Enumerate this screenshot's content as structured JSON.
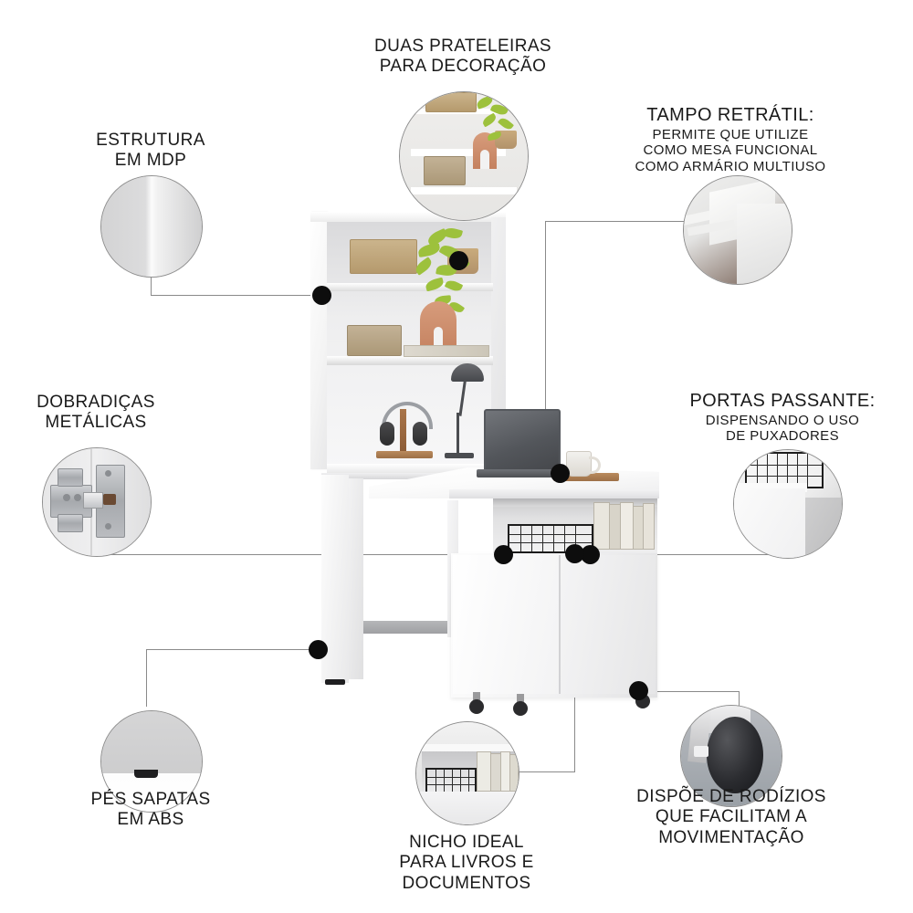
{
  "page": {
    "kind": "product-feature-infographic",
    "background_color": "#ffffff",
    "text_color": "#1a1a1a",
    "line_color": "#8a8a8a",
    "dot_color": "#0d0d0d"
  },
  "callouts": [
    {
      "id": "shelves",
      "title": "DUAS PRATELEIRAS\nPARA DECORAÇÃO",
      "subtitle": "",
      "image_name": "shelf-decor-photo"
    },
    {
      "id": "structure",
      "title": "ESTRUTURA\nEM MDP",
      "subtitle": "",
      "image_name": "mdp-panel-photo"
    },
    {
      "id": "retractable-top",
      "title": "TAMPO RETRÁTIL:",
      "subtitle": "PERMITE QUE UTILIZE\nCOMO MESA FUNCIONAL\nCOMO ARMÁRIO MULTIUSO",
      "image_name": "retractable-top-photo"
    },
    {
      "id": "hinges",
      "title": "DOBRADIÇAS\nMETÁLICAS",
      "subtitle": "",
      "image_name": "metal-hinge-photo"
    },
    {
      "id": "doors",
      "title": "PORTAS PASSANTE:",
      "subtitle": "DISPENSANDO O USO\nDE PUXADORES",
      "image_name": "handleless-door-photo"
    },
    {
      "id": "feet",
      "title": "PÉS SAPATAS\nEM ABS",
      "subtitle": "",
      "image_name": "abs-foot-photo"
    },
    {
      "id": "niche",
      "title": "NICHO IDEAL\nPARA LIVROS E\nDOCUMENTOS",
      "subtitle": "",
      "image_name": "book-niche-photo"
    },
    {
      "id": "casters",
      "title": "DISPÕE DE RODÍZIOS\nQUE FACILITAM A\nMOVIMENTAÇÃO",
      "subtitle": "",
      "image_name": "caster-wheel-photo"
    }
  ],
  "product": {
    "name": "white-desk-with-hutch-and-cabinet",
    "props": [
      "woven-basket",
      "hanging-plant",
      "terracotta-arch-decor",
      "stacked-books",
      "headphones-on-stand",
      "desk-lamp",
      "laptop",
      "coffee-mug",
      "wire-basket",
      "books-row"
    ]
  }
}
